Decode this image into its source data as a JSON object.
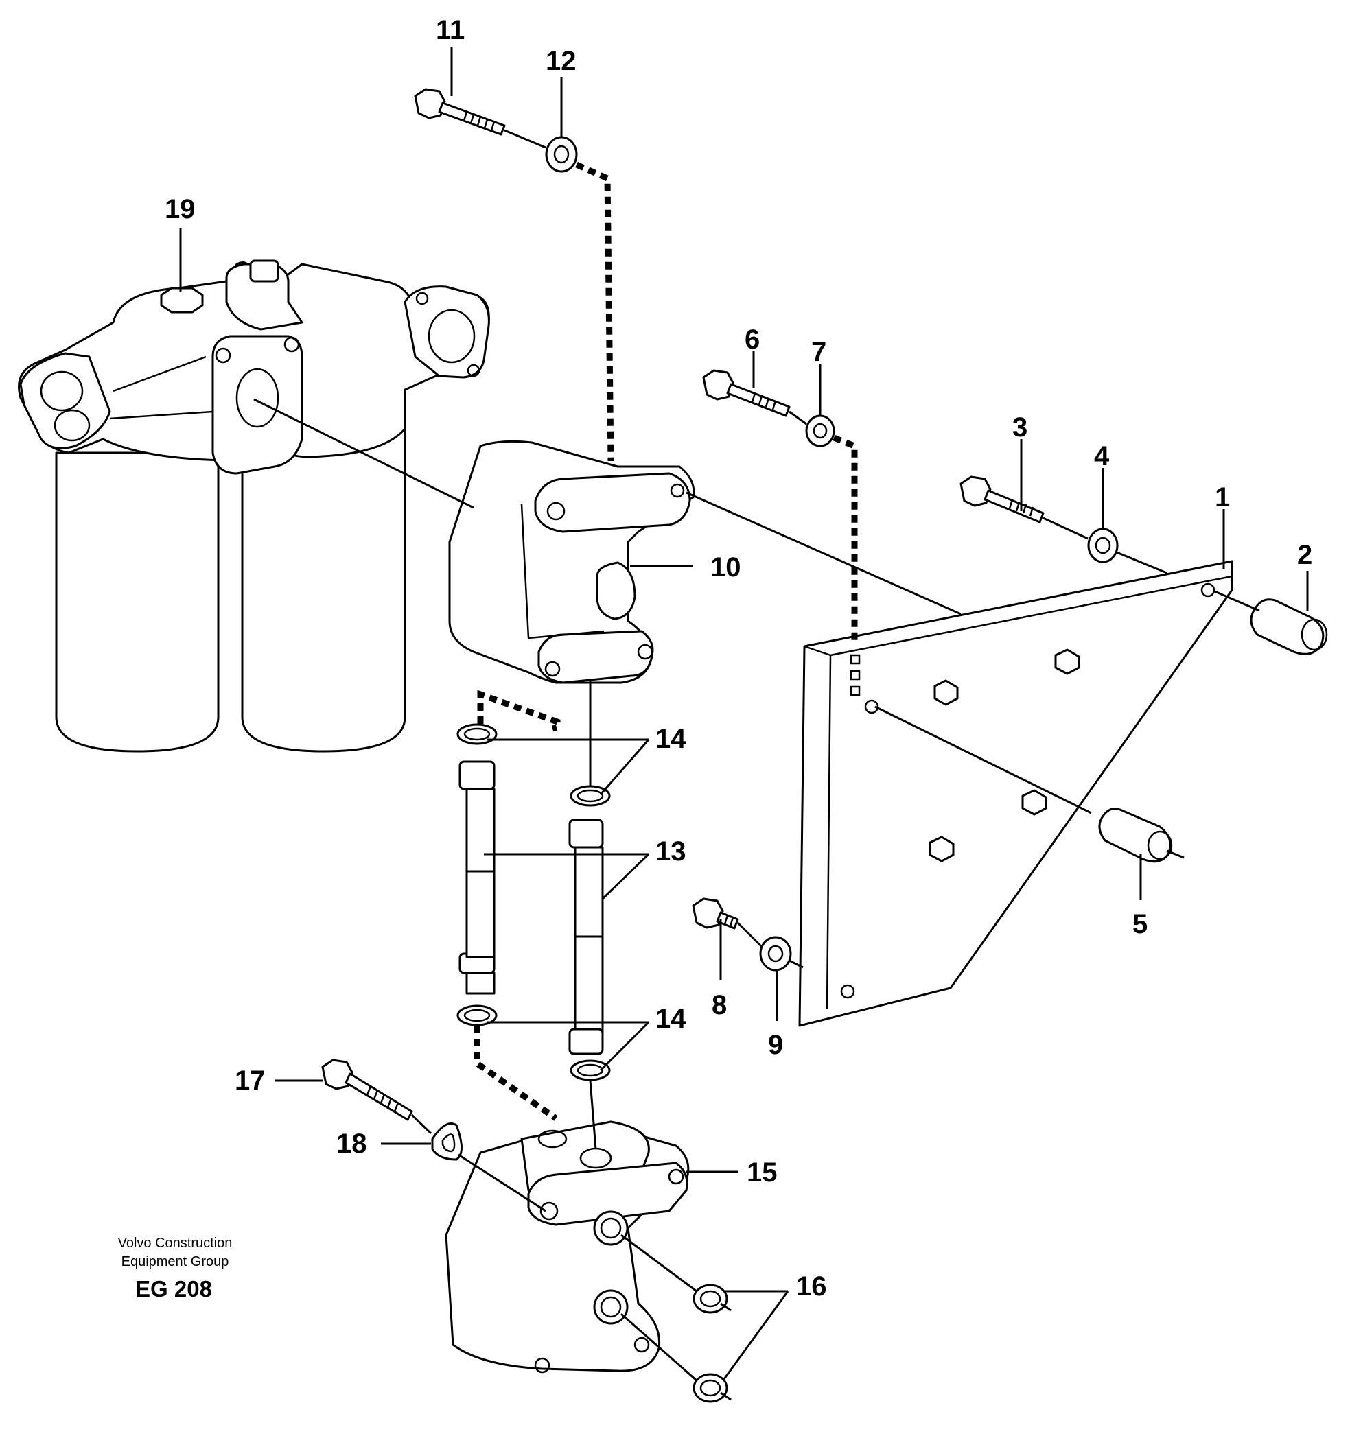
{
  "diagram": {
    "callouts": {
      "p1": "1",
      "p2": "2",
      "p3": "3",
      "p4": "4",
      "p5": "5",
      "p6": "6",
      "p7": "7",
      "p8": "8",
      "p9": "9",
      "p10": "10",
      "p11": "11",
      "p12": "12",
      "p13": "13",
      "p14a": "14",
      "p14b": "14",
      "p15": "15",
      "p16": "16",
      "p17": "17",
      "p18": "18",
      "p19": "19"
    },
    "caption": {
      "line1": "Volvo Construction",
      "line2": "Equipment Group",
      "code": "EG 208"
    }
  }
}
